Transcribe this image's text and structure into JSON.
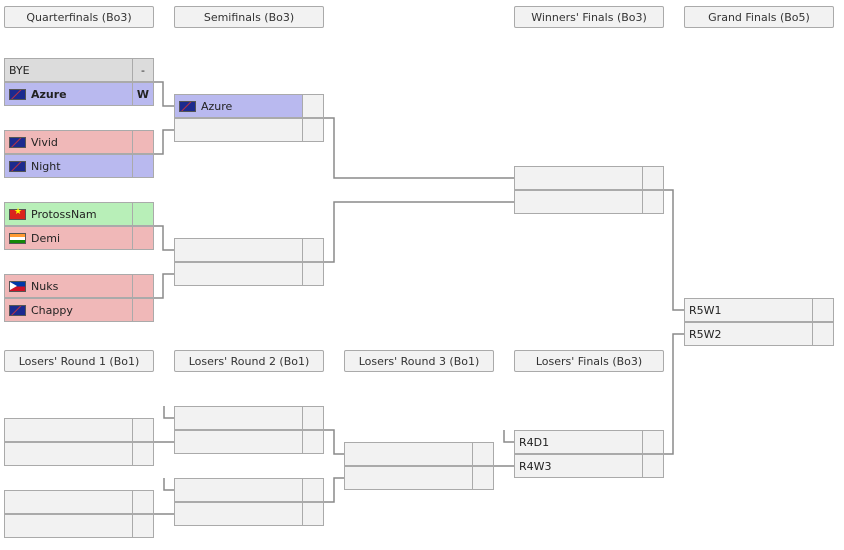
{
  "headers": {
    "quarterfinals": "Quarterfinals (Bo3)",
    "semifinals": "Semifinals (Bo3)",
    "winners_finals": "Winners' Finals (Bo3)",
    "grand_finals": "Grand Finals (Bo5)",
    "losers_r1": "Losers' Round 1 (Bo1)",
    "losers_r2": "Losers' Round 2 (Bo1)",
    "losers_r3": "Losers' Round 3 (Bo1)",
    "losers_finals": "Losers' Finals (Bo3)"
  },
  "quarterfinals": [
    {
      "top": {
        "name": "BYE",
        "score": "-"
      },
      "bottom": {
        "name": "Azure",
        "score": "W",
        "flag": "australia-flag-icon"
      }
    },
    {
      "top": {
        "name": "Vivid",
        "score": "",
        "flag": "australia-flag-icon"
      },
      "bottom": {
        "name": "Night",
        "score": "",
        "flag": "australia-flag-icon"
      }
    },
    {
      "top": {
        "name": "ProtossNam",
        "score": "",
        "flag": "vietnam-flag-icon"
      },
      "bottom": {
        "name": "Demi",
        "score": "",
        "flag": "india-flag-icon"
      }
    },
    {
      "top": {
        "name": "Nuks",
        "score": "",
        "flag": "philippines-flag-icon"
      },
      "bottom": {
        "name": "Chappy",
        "score": "",
        "flag": "australia-flag-icon"
      }
    }
  ],
  "semifinals": [
    {
      "top": {
        "name": "Azure",
        "score": "",
        "flag": "australia-flag-icon"
      },
      "bottom": {
        "name": "",
        "score": ""
      }
    },
    {
      "top": {
        "name": "",
        "score": ""
      },
      "bottom": {
        "name": "",
        "score": ""
      }
    }
  ],
  "winners_finals": {
    "top": {
      "name": "",
      "score": ""
    },
    "bottom": {
      "name": "",
      "score": ""
    }
  },
  "grand_finals": {
    "top": {
      "name": "R5W1",
      "score": ""
    },
    "bottom": {
      "name": "R5W2",
      "score": ""
    }
  },
  "losers_finals": {
    "top": {
      "name": "R4D1",
      "score": ""
    },
    "bottom": {
      "name": "R4W3",
      "score": ""
    }
  },
  "colors": {
    "winner_blue": "#b9b9ef",
    "loser_red": "#f0b8b8",
    "advancing_green": "#b8efb8",
    "empty_slot": "#f2f2f2",
    "bracket_line": "#8a8a8a"
  }
}
